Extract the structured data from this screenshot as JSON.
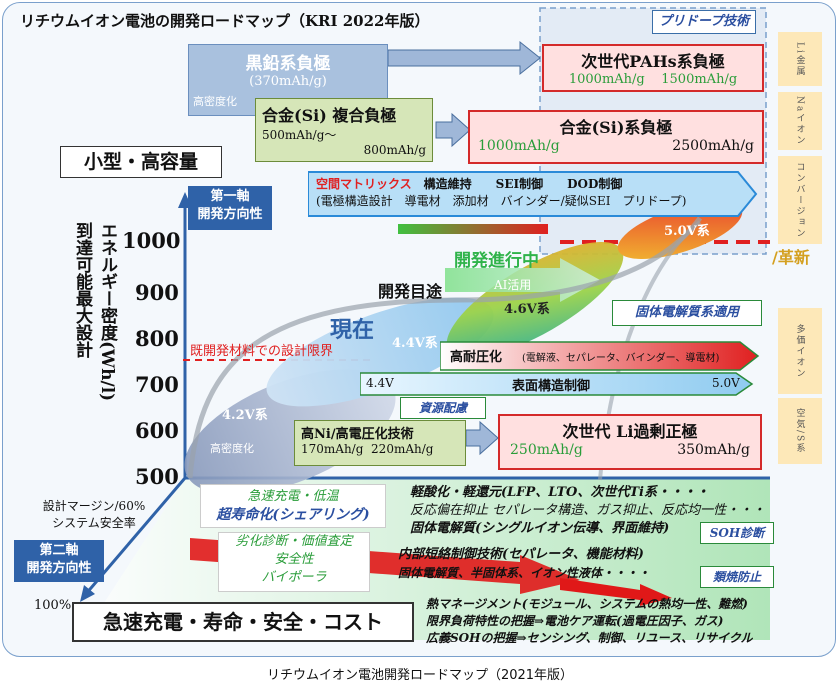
{
  "title": "リチウムイオン電池の開発ロードマップ（KRI 2022年版）",
  "caption": "リチウムイオン電池開発ロードマップ（2021年版）",
  "predope": {
    "label": "プリドープ技術"
  },
  "side_cells": [
    "Li金属",
    "Naイオン",
    "コンバージョン",
    "多価イオン",
    "空気/S系"
  ],
  "top_left_box": {
    "title": "黒鉛系負極",
    "value": "(370mAh/g)",
    "note": "高密度化"
  },
  "alloy_box": {
    "title": "合金(Si) 複合負極",
    "line1": "500mAh/g～",
    "line2": "800mAh/g"
  },
  "pahs_box": {
    "title": "次世代PAHs系負極",
    "v1": "1000mAh/g",
    "v2": "1500mAh/g"
  },
  "si_box": {
    "title": "合金(Si)系負極",
    "v1": "1000mAh/g",
    "v2": "2500mAh/g"
  },
  "small_high": "小型・高容量",
  "axis1_label": "第一軸\n開発方向性",
  "blue_banner": {
    "red_word": "空間マトリックス",
    "line1_rest": "構造維持　　SEI制御　　DOD制御",
    "line2": "(電極構造設計　導電材　添加材　バインダー/疑似SEI　プリドープ)"
  },
  "y_axis_title": "エネルギー密度(Wh/l)\n到達可能最大設計",
  "y_ticks": [
    "1000",
    "900",
    "800",
    "700",
    "600",
    "500"
  ],
  "kakushin": "/革新",
  "progress": "開発進行中",
  "goal": "開発目途",
  "ai": "AI活用",
  "now": "現在",
  "limit": "既開発材料での設計限界",
  "v50": "5.0V系",
  "v46": "4.6V系",
  "v44": "4.4V系",
  "v42": "4.2V系",
  "dense": "高密度化",
  "solid_label": "固体電解質系適用",
  "highvolt": {
    "title": "高耐圧化",
    "detail": "(電解液、セパレータ、バインダー、導電材)"
  },
  "surface": {
    "left": "4.4V",
    "mid": "表面構造制御",
    "right": "5.0V"
  },
  "resource": "資源配慮",
  "ni_box": {
    "title": "高Ni/高電圧化技術",
    "v1": "170mAh/g",
    "v2": "220mAh/g"
  },
  "li_rich_box": {
    "title": "次世代 Li過剰正極",
    "v1": "250mAh/g",
    "v2": "350mAh/g"
  },
  "margin_label": "設計マージン/60%\nシステム安全率",
  "axis2_label": "第二軸\n開発方向性",
  "pct100": "100%",
  "fast_charge": {
    "l1": "急速充電・低温",
    "l2": "超寿命化(シェアリング)"
  },
  "deg": {
    "l1": "劣化診断・価値査定",
    "l2": "安全性",
    "l3": "バイポーラ"
  },
  "right_list": {
    "l1": "軽酸化・軽還元(LFP、LTO、次世代Ti系・・・・",
    "l2": "反応偏在抑止 セパレータ構造、ガス抑止、反応均一性・・・",
    "l3": "固体電解質(シングルイオン伝導、界面維持)",
    "l4": "内部短絡制御技術(セパレータ、機能材料)",
    "l5": "固体電解質、半固体系、イオン性液体・・・・"
  },
  "soh": "SOH診断",
  "fire": "類焼防止",
  "bottom_box": "急速充電・寿命・安全・コスト",
  "bottom_list": {
    "l1": "熱マネージメント(モジュール、システムの熱均一性、難燃)",
    "l2": "限界負荷特性の把握⇒電池ケア運転(過電圧因子、ガス)",
    "l3": "広義SOHの把握⇒センシング、制御、リユース、リサイクル"
  },
  "colors": {
    "accent_blue": "#2f62a8",
    "red": "#d42a2a",
    "green": "#2a9d3a"
  }
}
